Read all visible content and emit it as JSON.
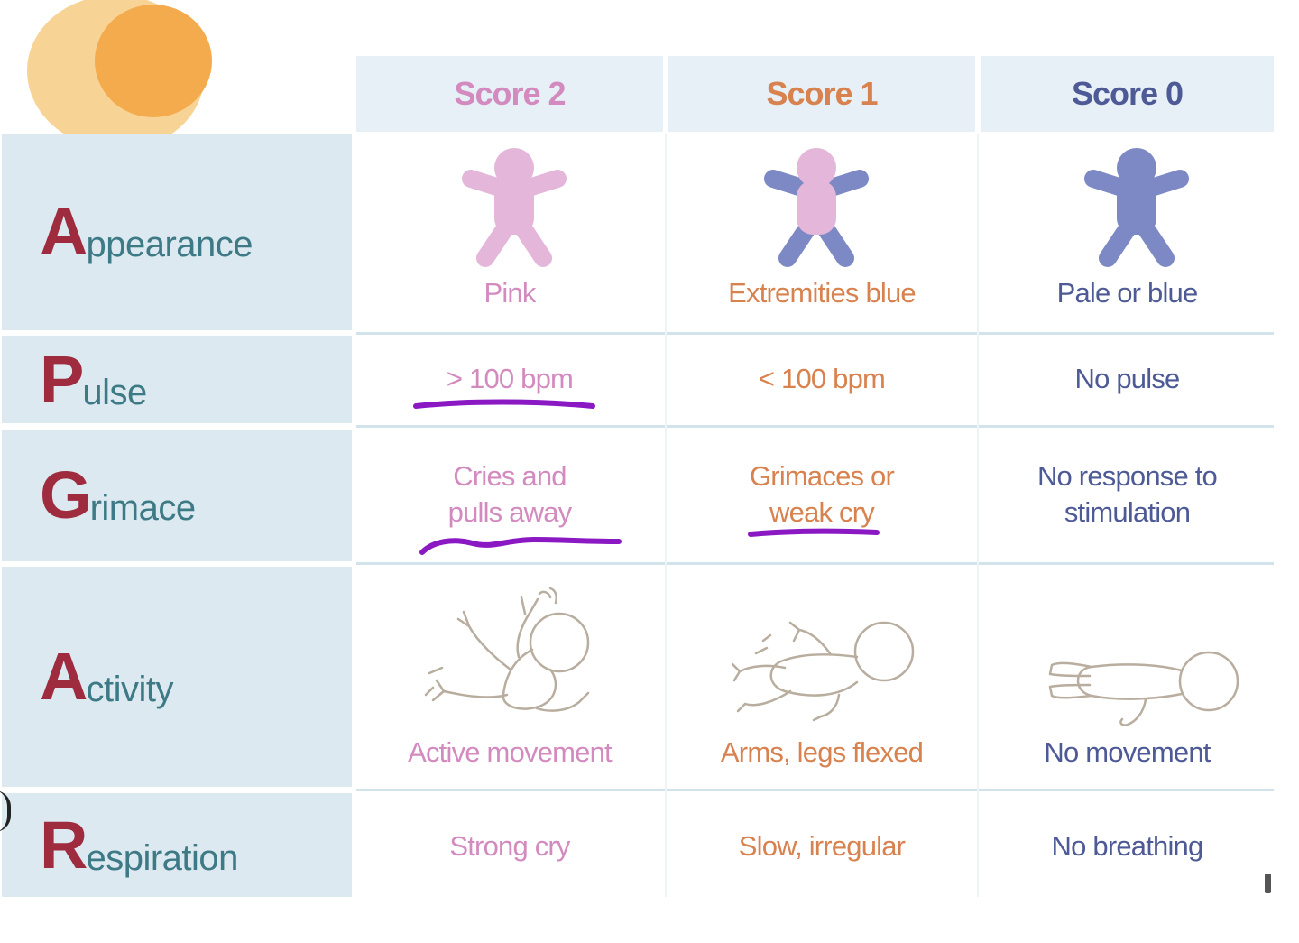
{
  "columns": [
    {
      "label": "Score 2",
      "color": "#d38bbf"
    },
    {
      "label": "Score 1",
      "color": "#d8824f"
    },
    {
      "label": "Score 0",
      "color": "#4d5a96"
    }
  ],
  "rows": [
    {
      "initial": "A",
      "rest": "ppearance",
      "cells": [
        "Pink",
        "Extremities blue",
        "Pale or blue"
      ]
    },
    {
      "initial": "P",
      "rest": "ulse",
      "cells": [
        "> 100 bpm",
        "< 100 bpm",
        "No pulse"
      ]
    },
    {
      "initial": "G",
      "rest": "rimace",
      "cells": [
        [
          "Cries and",
          "pulls away"
        ],
        [
          "Grimaces or",
          "weak cry"
        ],
        [
          "No response to",
          "stimulation"
        ]
      ]
    },
    {
      "initial": "A",
      "rest": "ctivity",
      "cells": [
        "Active movement",
        "Arms, legs flexed",
        "No movement"
      ]
    },
    {
      "initial": "R",
      "rest": "espiration",
      "cells": [
        "Strong cry",
        "Slow, irregular",
        "No breathing"
      ]
    }
  ],
  "colors": {
    "label_bg": "#dce9f0",
    "header_bg": "#e7f0f6",
    "initial": "#9e2b3e",
    "label_text": "#3d7a86",
    "baby_pink": "#e3b6da",
    "baby_blue": "#7d89c4",
    "annotation": "#8a19c4",
    "sun": "#f2a23b"
  },
  "icons": {
    "appearance": [
      "baby-pink-icon",
      "baby-pink-blue-extremities-icon",
      "baby-blue-icon"
    ],
    "activity": [
      "baby-active-movement-icon",
      "baby-flexed-limbs-icon",
      "baby-limp-icon"
    ],
    "decor": "sun-circle-icon"
  }
}
